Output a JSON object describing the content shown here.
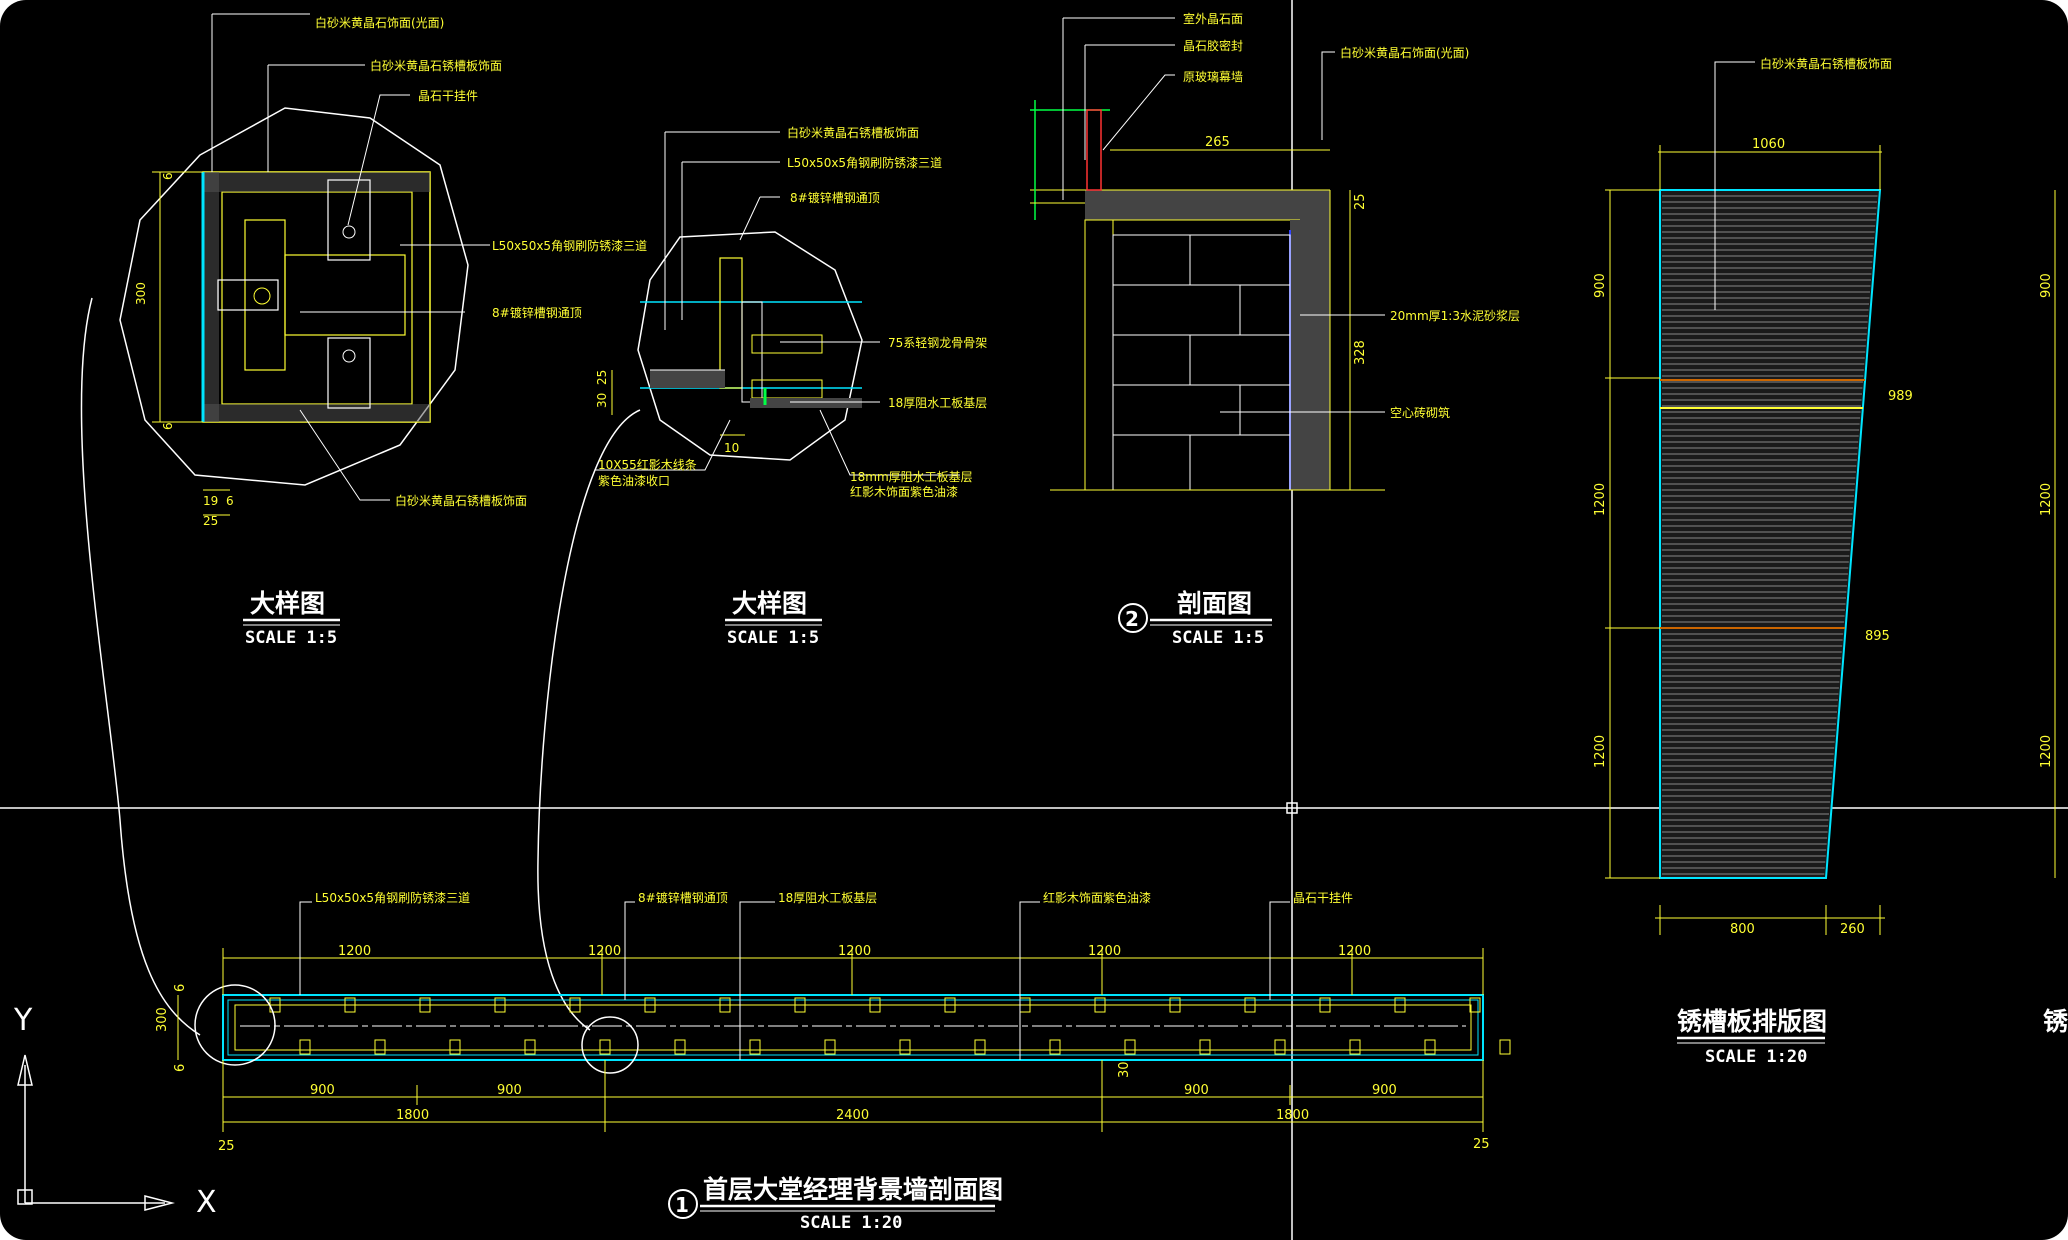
{
  "detail_a": {
    "title": "大样图",
    "scale": "SCALE 1:5",
    "notes": [
      "白砂米黄晶石饰面(光面)",
      "白砂米黄晶石锈槽板饰面",
      "晶石干挂件",
      "L50x50x5角钢刷防锈漆三道",
      "8#镀锌槽钢通顶",
      "白砂米黄晶石锈槽板饰面"
    ],
    "dims": [
      "300",
      "6",
      "6",
      "19",
      "6",
      "25"
    ]
  },
  "detail_b": {
    "title": "大样图",
    "scale": "SCALE 1:5",
    "notes": [
      "白砂米黄晶石锈槽板饰面",
      "L50x50x5角钢刷防锈漆三道",
      "8#镀锌槽钢通顶",
      "75系轻钢龙骨骨架",
      "18厚阻水工板基层",
      "18mm厚阻水工板基层",
      "红影木饰面紫色油漆",
      "10X55红影木线条",
      "紫色油漆收口"
    ],
    "dims": [
      "25",
      "30",
      "10"
    ]
  },
  "section_2": {
    "number": "2",
    "title": "剖面图",
    "scale": "SCALE 1:5",
    "notes": [
      "室外晶石面",
      "晶石胶密封",
      "原玻璃幕墙",
      "白砂米黄晶石饰面(光面)",
      "20mm厚1:3水泥砂浆层",
      "空心砖砌筑"
    ],
    "dims": [
      "265",
      "25",
      "328"
    ]
  },
  "panel_layout": {
    "title": "锈槽板排版图",
    "scale": "SCALE 1:20",
    "note": "白砂米黄晶石锈槽板饰面",
    "dims_top": "1060",
    "dims_left": [
      "900",
      "1200",
      "1200"
    ],
    "dims_right": [
      "989",
      "895"
    ],
    "dims_bottom": [
      "800",
      "260"
    ]
  },
  "section_1": {
    "number": "1",
    "title": "首层大堂经理背景墙剖面图",
    "scale": "SCALE 1:20",
    "top_notes": [
      "L50x50x5角钢刷防锈漆三道",
      "8#镀锌槽钢通顶",
      "18厚阻水工板基层",
      "红影木饰面紫色油漆",
      "晶石干挂件"
    ],
    "top_dims": [
      "1200",
      "1200",
      "1200",
      "1200",
      "1200"
    ],
    "side_dims": [
      "300",
      "6",
      "6"
    ],
    "bottom_dims_1": [
      "900",
      "900",
      "900",
      "900"
    ],
    "bottom_dims_2": [
      "1800",
      "2400",
      "1800"
    ],
    "end_dims": [
      "25",
      "25",
      "30"
    ]
  },
  "ucs": {
    "y_label": "Y",
    "x_label": "X"
  },
  "partial_title": "锈"
}
